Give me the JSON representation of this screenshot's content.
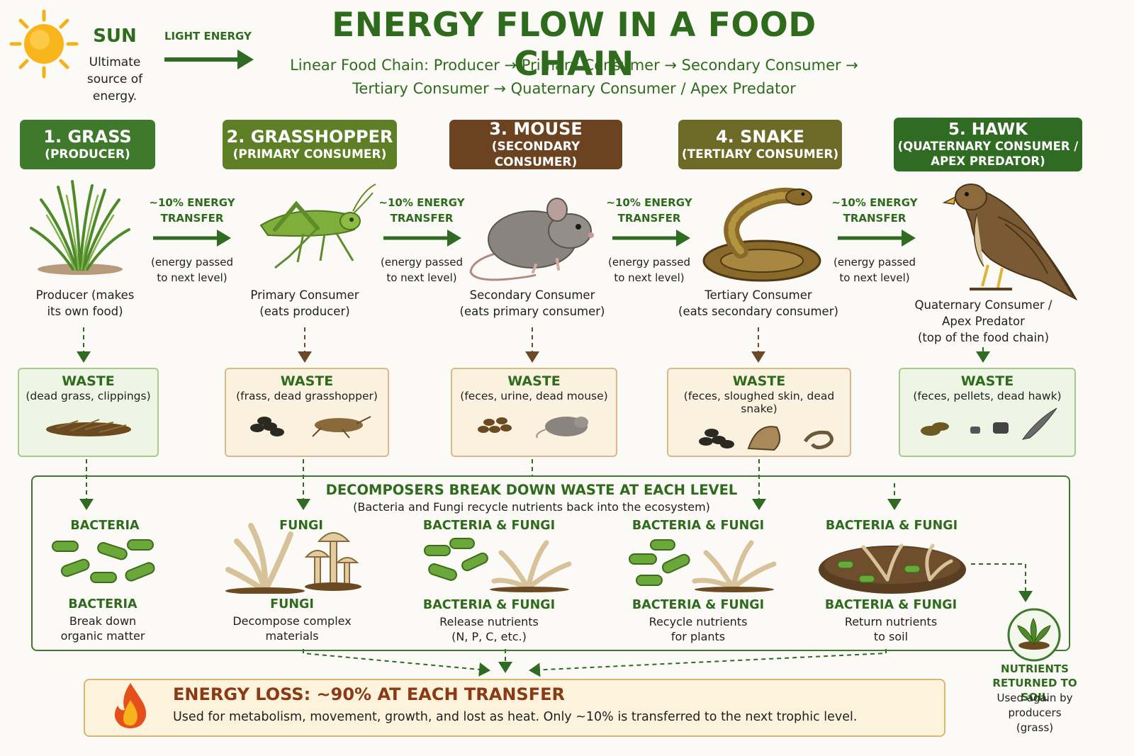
{
  "header": {
    "title": "ENERGY FLOW IN A FOOD CHAIN",
    "subtitle_line1": "Linear Food Chain: Producer → Primary Consumer → Secondary Consumer →",
    "subtitle_line2": "Tertiary Consumer → Quaternary Consumer / Apex Predator"
  },
  "sun": {
    "label": "SUN",
    "desc_line1": "Ultimate",
    "desc_line2": "source of",
    "desc_line3": "energy.",
    "light_label": "LIGHT ENERGY"
  },
  "levels": [
    {
      "badge1": "1. GRASS",
      "badge2": "(PRODUCER)",
      "badge3": "",
      "color": "#3f7a2c",
      "desc1": "Producer (makes",
      "desc2": "its own food)",
      "desc3": "",
      "waste_title": "WASTE",
      "waste_desc": "(dead grass, clippings)",
      "icon": "grass-icon"
    },
    {
      "badge1": "2. GRASSHOPPER",
      "badge2": "(PRIMARY CONSUMER)",
      "badge3": "",
      "color": "#5e7f25",
      "desc1": "Primary Consumer",
      "desc2": "(eats producer)",
      "desc3": "",
      "waste_title": "WASTE",
      "waste_desc": "(frass, dead grasshopper)",
      "icon": "grasshopper-icon"
    },
    {
      "badge1": "3. MOUSE",
      "badge2": "(SECONDARY CONSUMER)",
      "badge3": "",
      "color": "#6b4320",
      "desc1": "Secondary Consumer",
      "desc2": "(eats primary consumer)",
      "desc3": "",
      "waste_title": "WASTE",
      "waste_desc": "(feces, urine, dead mouse)",
      "icon": "mouse-icon"
    },
    {
      "badge1": "4. SNAKE",
      "badge2": "(TERTIARY CONSUMER)",
      "badge3": "",
      "color": "#6d6a28",
      "desc1": "Tertiary Consumer",
      "desc2": "(eats secondary consumer)",
      "desc3": "",
      "waste_title": "WASTE",
      "waste_desc": "(feces, sloughed skin, dead snake)",
      "icon": "snake-icon"
    },
    {
      "badge1": "5. HAWK",
      "badge2": "(QUATERNARY CONSUMER /",
      "badge3": "APEX PREDATOR)",
      "color": "#2f6b22",
      "desc1": "Quaternary Consumer /",
      "desc2": "Apex Predator",
      "desc3": "(top of the food chain)",
      "waste_title": "WASTE",
      "waste_desc": "(feces, pellets, dead hawk)",
      "icon": "hawk-icon"
    }
  ],
  "transfers": [
    {
      "label1": "~10% ENERGY",
      "label2": "TRANSFER",
      "note1": "(energy passed",
      "note2": "to next level)"
    },
    {
      "label1": "~10% ENERGY",
      "label2": "TRANSFER",
      "note1": "(energy passed",
      "note2": "to next level)"
    },
    {
      "label1": "~10% ENERGY",
      "label2": "TRANSFER",
      "note1": "(energy passed",
      "note2": "to next level)"
    },
    {
      "label1": "~10% ENERGY",
      "label2": "TRANSFER",
      "note1": "(energy passed",
      "note2": "to next level)"
    }
  ],
  "decomposers": {
    "title": "DECOMPOSERS BREAK DOWN WASTE AT EACH LEVEL",
    "subtitle": "(Bacteria and Fungi recycle nutrients back into the ecosystem)",
    "items": [
      {
        "head": "BACTERIA",
        "name": "BACTERIA",
        "desc1": "Break down",
        "desc2": "organic matter"
      },
      {
        "head": "FUNGI",
        "name": "FUNGI",
        "desc1": "Decompose complex",
        "desc2": "materials"
      },
      {
        "head": "BACTERIA & FUNGI",
        "name": "BACTERIA & FUNGI",
        "desc1": "Release nutrients",
        "desc2": "(N, P, C, etc.)"
      },
      {
        "head": "BACTERIA & FUNGI",
        "name": "BACTERIA & FUNGI",
        "desc1": "Recycle nutrients",
        "desc2": "for plants"
      },
      {
        "head": "BACTERIA & FUNGI",
        "name": "BACTERIA & FUNGI",
        "desc1": "Return nutrients",
        "desc2": "to soil"
      }
    ]
  },
  "loss": {
    "title": "ENERGY LOSS: ~90% AT EACH TRANSFER",
    "text": "Used for metabolism, movement, growth, and lost as heat. Only ~10% is transferred to the next trophic level."
  },
  "nutrients": {
    "title1": "NUTRIENTS",
    "title2": "RETURNED TO SOIL",
    "desc1": "Used again by",
    "desc2": "producers",
    "desc3": "(grass)"
  },
  "colors": {
    "green": "#2e6b1d",
    "waste_green_bg": "#eef5e4",
    "waste_tan_bg": "#fbf1df",
    "loss_bg": "#fdf3dc"
  }
}
